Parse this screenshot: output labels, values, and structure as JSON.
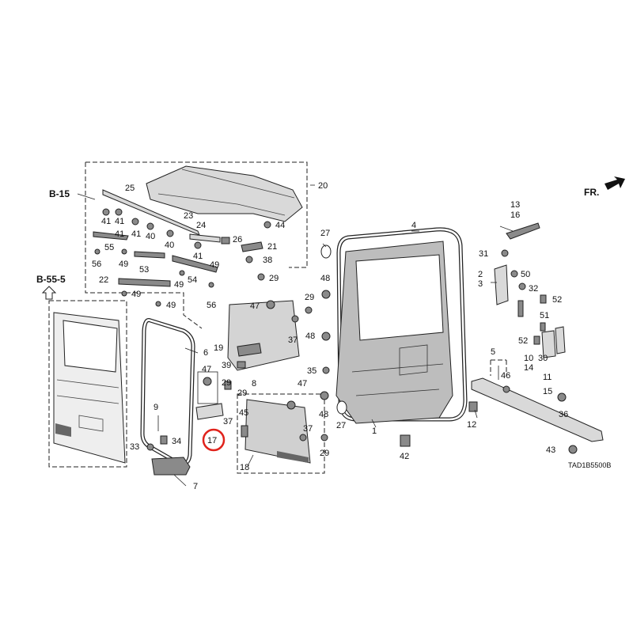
{
  "refs": {
    "b15": "B-15",
    "b555": "B-55-5",
    "fr": "FR."
  },
  "code": "TAD1B5500B",
  "callouts": {
    "c1": "1",
    "c2": "2",
    "c3": "3",
    "c4": "4",
    "c5": "5",
    "c6": "6",
    "c7": "7",
    "c8": "8",
    "c9": "9",
    "c10": "10",
    "c11": "11",
    "c12": "12",
    "c13": "13",
    "c14": "14",
    "c15": "15",
    "c16": "16",
    "c17": "17",
    "c18": "18",
    "c19": "19",
    "c20": "20",
    "c21": "21",
    "c22": "22",
    "c23": "23",
    "c24": "24",
    "c25": "25",
    "c26": "26",
    "c27": "27",
    "c29": "29",
    "c30": "30",
    "c31": "31",
    "c32": "32",
    "c33": "33",
    "c34": "34",
    "c35": "35",
    "c36": "36",
    "c37": "37",
    "c38": "38",
    "c39": "39",
    "c40": "40",
    "c41": "41",
    "c42": "42",
    "c43": "43",
    "c44": "44",
    "c45": "45",
    "c46": "46",
    "c47": "47",
    "c48": "48",
    "c49": "49",
    "c50": "50",
    "c51": "51",
    "c52": "52",
    "c53": "53",
    "c54": "54",
    "c55": "55",
    "c56": "56"
  },
  "highlight": {
    "part": "17",
    "color": "#e0231c"
  }
}
